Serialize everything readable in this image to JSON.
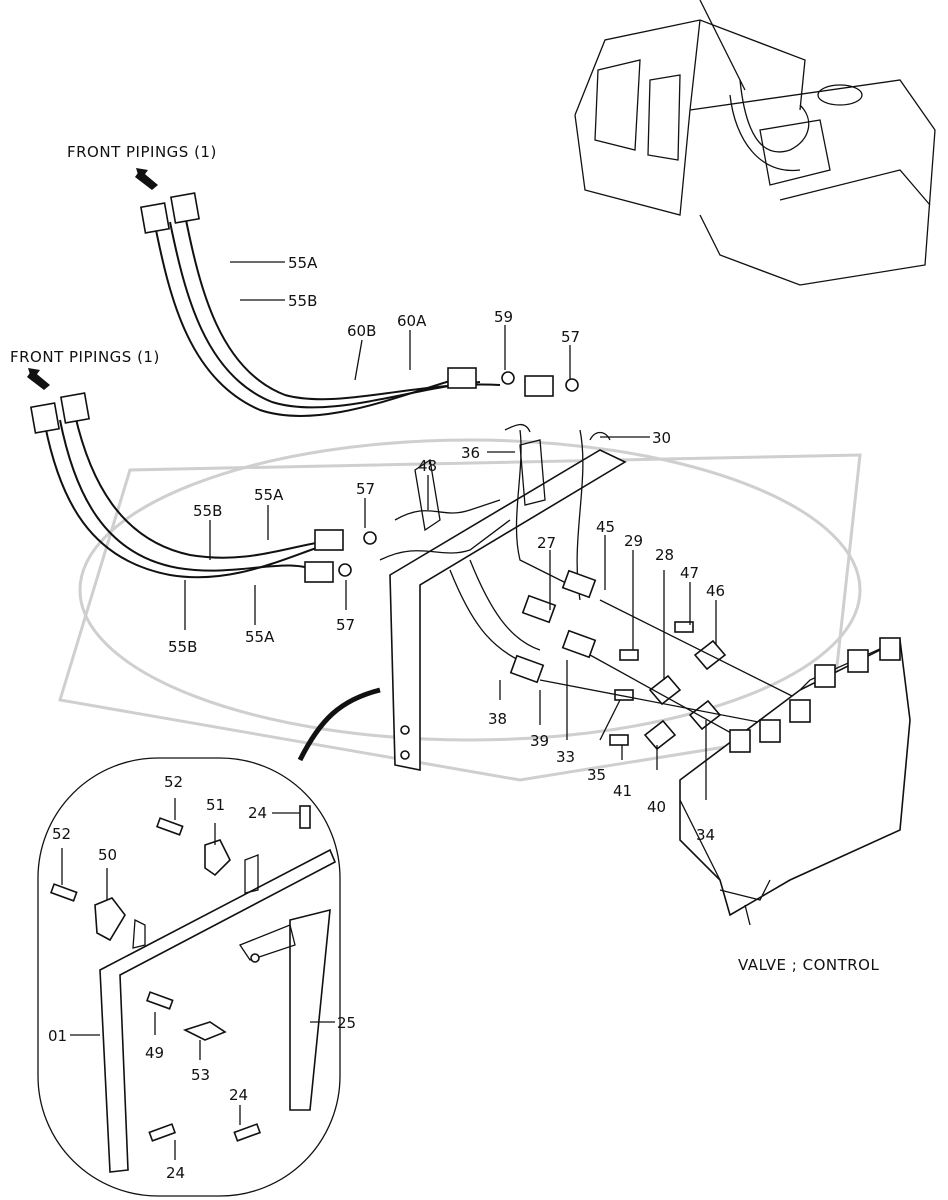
{
  "titles": {
    "front_pipings_1": "FRONT  PIPINGS (1)",
    "front_pipings_2": "FRONT  PIPINGS (1)",
    "valve_control": "VALVE ; CONTROL"
  },
  "labels": {
    "l55A_top": "55A",
    "l55B_top": "55B",
    "l60B": "60B",
    "l60A": "60A",
    "l59": "59",
    "l57_top": "57",
    "l30": "30",
    "l36": "36",
    "l48": "48",
    "l57_mid": "57",
    "l55B_mid": "55B",
    "l55A_mid": "55A",
    "l57_low": "57",
    "l55B_low": "55B",
    "l55A_low": "55A",
    "l27": "27",
    "l45": "45",
    "l29": "29",
    "l28": "28",
    "l47": "47",
    "l46": "46",
    "l38": "38",
    "l39": "39",
    "l33": "33",
    "l35": "35",
    "l41": "41",
    "l40": "40",
    "l34": "34",
    "l52_a": "52",
    "l51": "51",
    "l24_a": "24",
    "l52_b": "52",
    "l50": "50",
    "l01": "01",
    "l25": "25",
    "l49": "49",
    "l53": "53",
    "l24_b": "24",
    "l24_c": "24"
  },
  "icons": {
    "arrow_1": "arrow-up-left-icon",
    "arrow_2": "arrow-up-left-icon"
  }
}
